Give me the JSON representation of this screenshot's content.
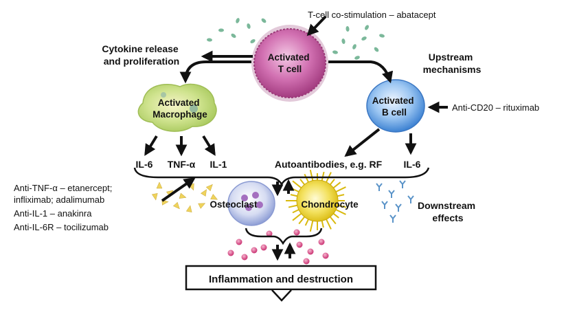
{
  "cells": {
    "t_cell": [
      "Activated",
      "T cell"
    ],
    "b_cell": [
      "Activated",
      "B cell"
    ],
    "macrophage": [
      "Activated",
      "Macrophage"
    ],
    "osteoclast": "Osteoclast",
    "chondrocyte": "Chondrocyte"
  },
  "labels": {
    "cytokine": [
      "Cytokine release",
      "and proliferation"
    ],
    "upstream": [
      "Upstream",
      "mechanisms"
    ],
    "downstream": [
      "Downstream",
      "effects"
    ],
    "il6_left": "IL-6",
    "tnf": "TNF-α",
    "il1": "IL-1",
    "autoantibodies": "Autoantibodies, e.g. RF",
    "il6_right": "IL-6",
    "outcome": "Inflammation and destruction"
  },
  "therapies": {
    "tcell": "T-cell co-stimulation – abatacept",
    "bcell": "Anti-CD20 – rituximab",
    "tnf_line1": "Anti-TNF-α – etanercept;",
    "tnf_line2": "infliximab; adalimumab",
    "il1": "Anti-IL-1 – anakinra",
    "il6r": "Anti-IL-6R – tocilizumab"
  },
  "colors": {
    "t_cell": "#c2569a",
    "b_cell": "#5e9ee0",
    "macrophage": "#b8d66a",
    "osteoclast": "#a8b6e0",
    "chondrocyte": "#e9d01c",
    "particles_green": "#7bb89a",
    "particles_yellow": "#efd35c",
    "particles_pink": "#d94a86",
    "arrows": "#111111"
  }
}
